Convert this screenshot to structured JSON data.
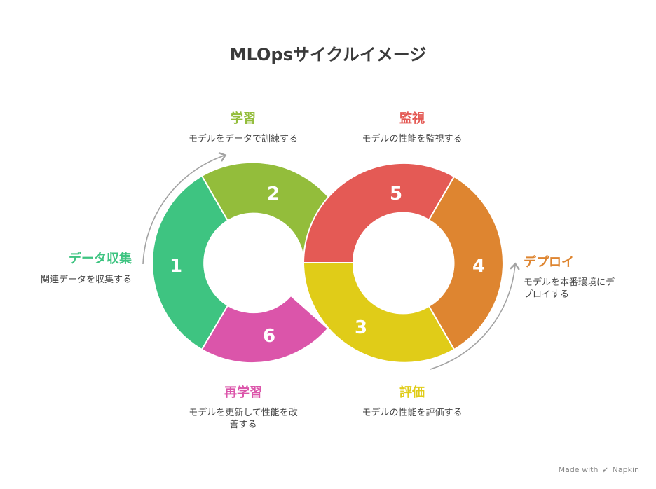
{
  "title": "MLOpsサイクルイメージ",
  "colors": {
    "s1": "#3ec481",
    "s2": "#93bd3b",
    "s3": "#e0cc18",
    "s4": "#de8530",
    "s5": "#e45a55",
    "s6": "#db55aa",
    "arrow": "#a3a3a3"
  },
  "steps": [
    {
      "num": "1",
      "label": "データ収集",
      "desc": "関連データを収集する"
    },
    {
      "num": "2",
      "label": "学習",
      "desc": "モデルをデータで訓練する"
    },
    {
      "num": "3",
      "label": "評価",
      "desc": "モデルの性能を評価する"
    },
    {
      "num": "4",
      "label": "デプロイ",
      "desc1": "モデルを本番環境にデ",
      "desc2": "プロイする"
    },
    {
      "num": "5",
      "label": "監視",
      "desc": "モデルの性能を監視する"
    },
    {
      "num": "6",
      "label": "再学習",
      "desc1": "モデルを更新して性能を改",
      "desc2": "善する"
    }
  ],
  "footer": {
    "made_with": "Made with",
    "brand": "Napkin"
  }
}
